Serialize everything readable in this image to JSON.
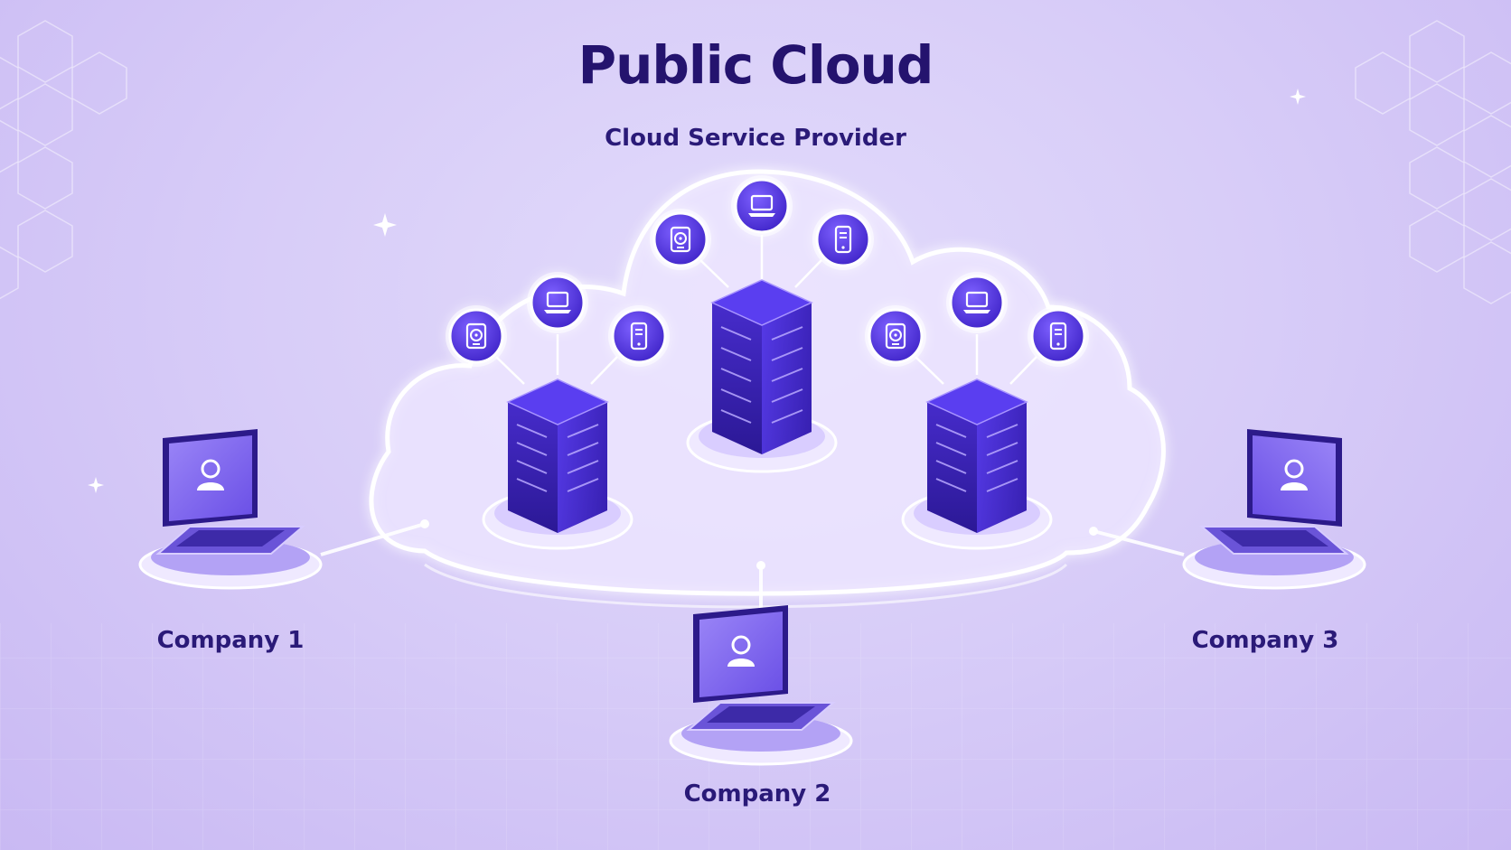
{
  "title": "Public Cloud",
  "subtitle": "Cloud Service Provider",
  "companies": [
    {
      "label": "Company 1"
    },
    {
      "label": "Company 2"
    },
    {
      "label": "Company 3"
    }
  ],
  "server_icons": [
    "hard-drive-icon",
    "laptop-icon",
    "mobile-device-icon"
  ],
  "client_icon": "user-icon",
  "colors": {
    "title": "#24136e",
    "accent": "#5b3cf0",
    "server": "#3a22b0",
    "cloud": "#ece6ff",
    "background": "#d8cdf8"
  }
}
